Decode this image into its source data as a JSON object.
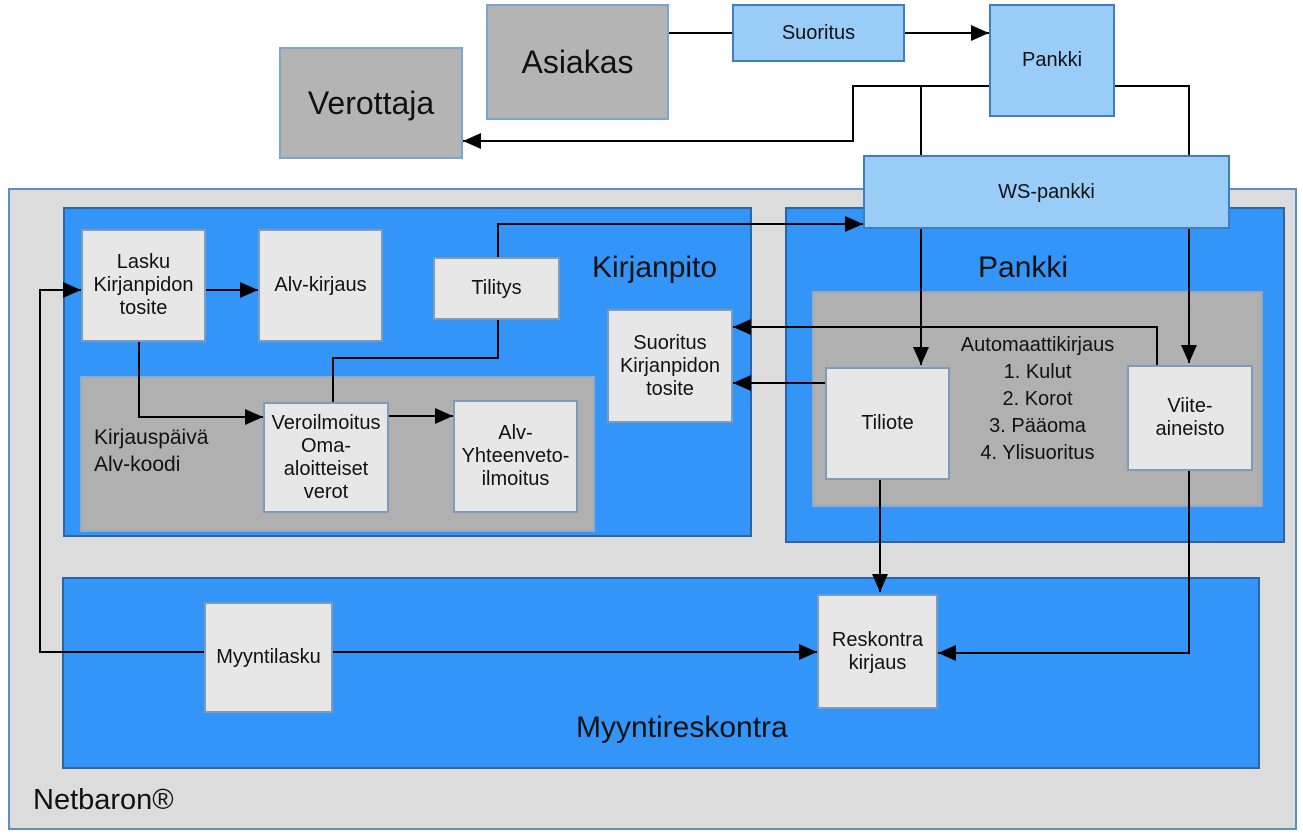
{
  "colors": {
    "medium_blue": "#3295f7",
    "light_blue": "#99ccf7",
    "dark_gray_box": "#b4b4b4",
    "sub_container_gray": "#b0b0b0",
    "leaf_box_gray": "#e7e7e7",
    "container_background": "#dcdcdc",
    "line_color": "#000000"
  },
  "external": {
    "verottaja_label": "Verottaja",
    "asiakas_label": "Asiakas",
    "suoritus_label": "Suoritus",
    "pankki_label": "Pankki",
    "ws_pankki_label": "WS-pankki"
  },
  "netbaron": {
    "label": "Netbaron®",
    "kirjanpito": {
      "title": "Kirjanpito",
      "lasku_tosite": "Lasku\nKirjanpidon\ntosite",
      "alv_kirjaus": "Alv-kirjaus",
      "tilitys": "Tilitys",
      "suoritus_tosite": "Suoritus\nKirjanpidon\ntosite",
      "alv_section": {
        "kirjauspaiva": "Kirjauspäivä\nAlv-koodi",
        "veroilmoitus": "Veroilmoitus\nOma-aloitteiset\nverot",
        "alv_yhteenveto": "Alv-\nYhteenveto-\nilmoitus"
      }
    },
    "pankki_section": {
      "title": "Pankki",
      "automaattikirjaus": {
        "title": "Automaattikirjaus",
        "items": [
          "1. Kulut",
          "2. Korot",
          "3. Pääoma",
          "4. Ylisuoritus"
        ]
      },
      "tiliote": "Tiliote",
      "viite_aineisto": "Viite-\naineisto"
    },
    "myyntireskontra": {
      "title": "Myyntireskontra",
      "myyntilasku": "Myyntilasku",
      "reskontra_kirjaus": "Reskontra\nkirjaus"
    }
  },
  "connections": [
    "Asiakas - Suoritus",
    "Suoritus -> Pankki",
    "Pankki -> Verottaja",
    "Pankki -> Tiliote",
    "Pankki -> Viite-aineisto",
    "Tilitys -> WS-pankki",
    "Tilitys -> Veroilmoitus",
    "Myyntilasku -> Lasku Kirjanpidon tosite",
    "Lasku Kirjanpidon tosite -> Alv-kirjaus",
    "Lasku Kirjanpidon tosite -> Veroilmoitus",
    "Veroilmoitus -> Alv-Yhteenveto-ilmoitus",
    "Viite-aineisto -> Suoritus Kirjanpidon tosite",
    "Tiliote -> Suoritus Kirjanpidon tosite",
    "Tiliote -> Reskontra kirjaus",
    "Viite-aineisto -> Reskontra kirjaus",
    "Myyntilasku -> Reskontra kirjaus"
  ]
}
